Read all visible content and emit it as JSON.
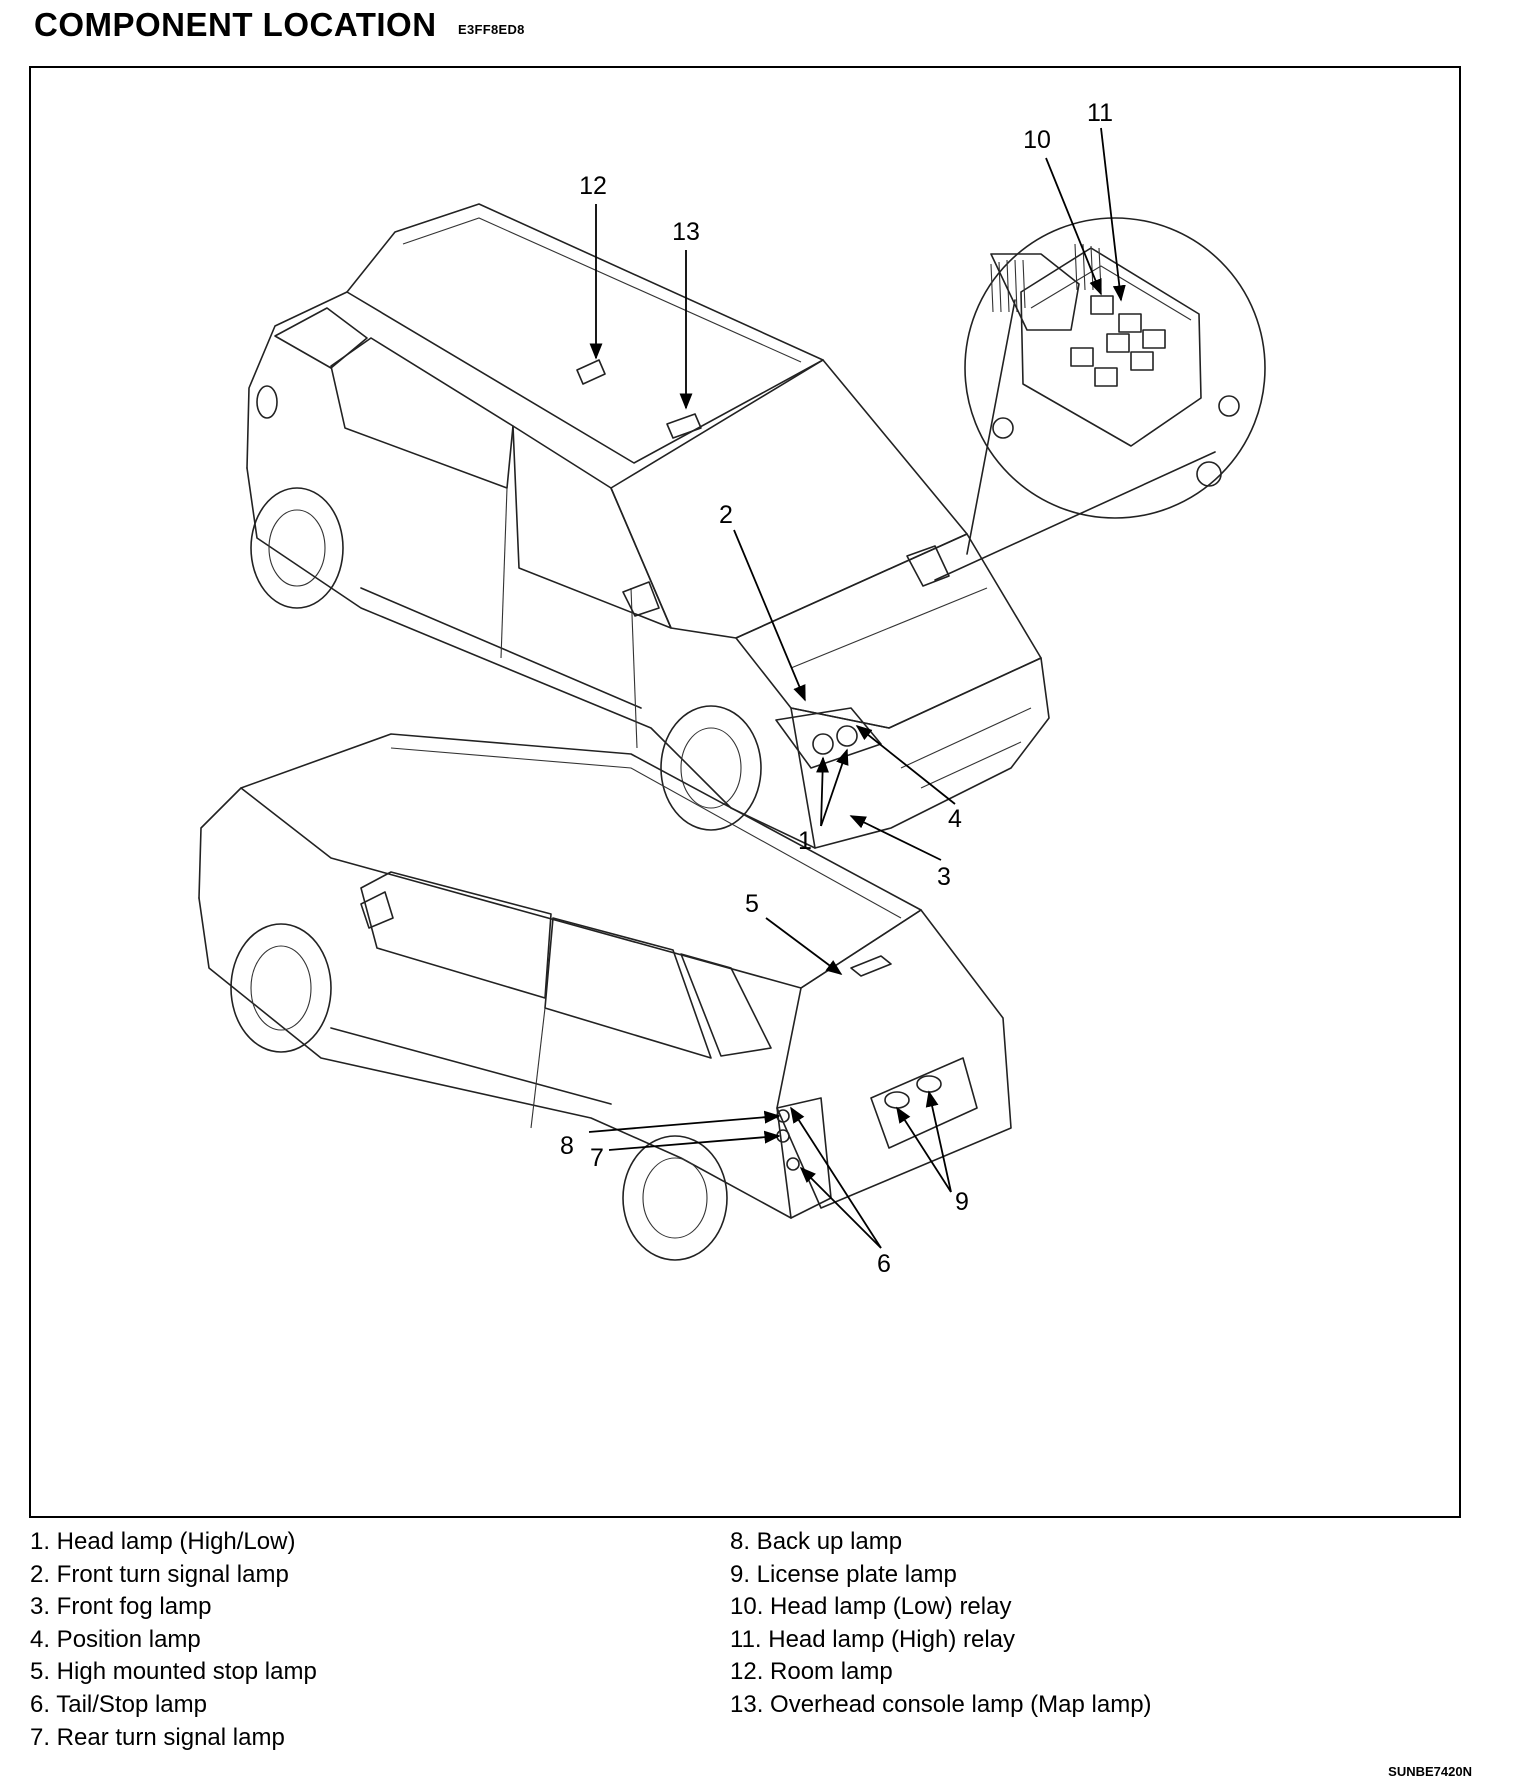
{
  "header": {
    "title": "COMPONENT LOCATION",
    "code": "E3FF8ED8"
  },
  "callouts": [
    "1",
    "2",
    "3",
    "4",
    "5",
    "6",
    "7",
    "8",
    "9",
    "10",
    "11",
    "12",
    "13"
  ],
  "legend": {
    "left": [
      "1. Head lamp (High/Low)",
      "2. Front turn signal lamp",
      "3. Front fog lamp",
      "4. Position lamp",
      "5. High mounted stop lamp",
      "6. Tail/Stop lamp",
      "7. Rear turn signal lamp"
    ],
    "right": [
      "8. Back up lamp",
      "9. License plate lamp",
      "10. Head lamp (Low) relay",
      "11. Head lamp (High) relay",
      "12. Room lamp",
      "13. Overhead console lamp (Map lamp)"
    ]
  },
  "footer": {
    "figure_code": "SUNBE7420N"
  }
}
